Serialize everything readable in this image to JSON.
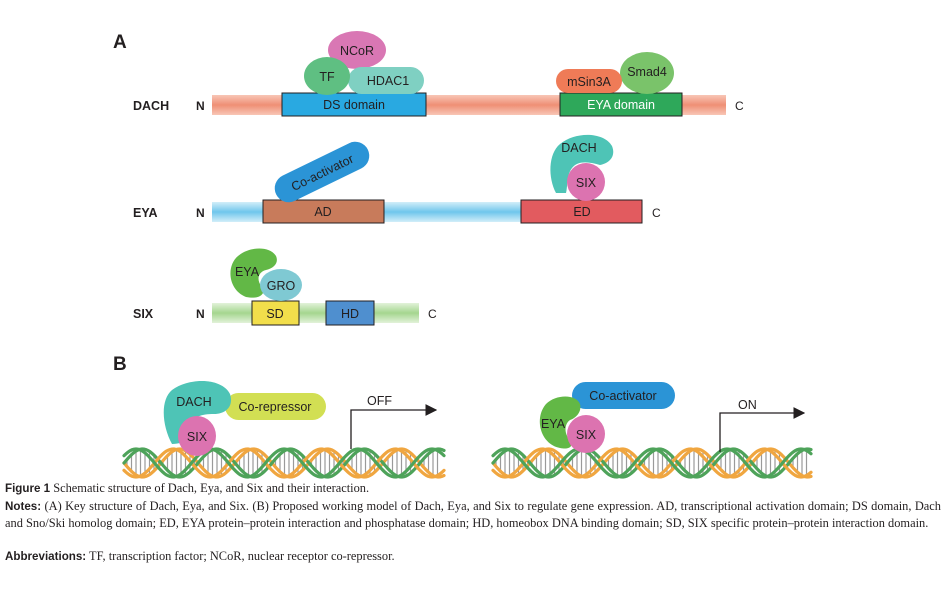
{
  "panel_a": {
    "label": "A",
    "dach": {
      "name": "DACH",
      "n": "N",
      "c": "C",
      "ds_domain": "DS domain",
      "eya_domain": "EYA domain",
      "tf": "TF",
      "ncor": "NCoR",
      "hdac1": "HDAC1",
      "msin3a": "mSin3A",
      "smad4": "Smad4"
    },
    "eya": {
      "name": "EYA",
      "n": "N",
      "c": "C",
      "ad": "AD",
      "ed": "ED",
      "coactivator": "Co-activator",
      "dach": "DACH",
      "six": "SIX"
    },
    "six": {
      "name": "SIX",
      "n": "N",
      "c": "C",
      "sd": "SD",
      "hd": "HD",
      "eya": "EYA",
      "gro": "GRO"
    }
  },
  "panel_b": {
    "label": "B",
    "left": {
      "dach": "DACH",
      "six": "SIX",
      "corepressor": "Co-repressor",
      "state": "OFF"
    },
    "right": {
      "eya": "EYA",
      "six": "SIX",
      "coactivator": "Co-activator",
      "state": "ON"
    }
  },
  "caption": {
    "figure_label": "Figure 1",
    "title": "Schematic structure of Dach, Eya, and Six and their interaction.",
    "notes_label": "Notes:",
    "notes_text": "(A) Key structure of Dach, Eya, and Six. (B) Proposed working model of Dach, Eya, and Six to regulate gene expression. AD, transcriptional activation domain; DS domain, Dach and Sno/Ski homolog domain; ED, EYA protein–protein interaction and phosphatase domain; HD, homeobox DNA binding domain; SD, SIX specific protein–protein interaction domain.",
    "abbr_label": "Abbreviations:",
    "abbr_text": "TF, transcription factor; NCoR, nuclear receptor co-repressor."
  },
  "colors": {
    "dach_bar": "#f4a38c",
    "eya_bar": "#8fd3ef",
    "six_bar": "#bfe3b0",
    "ds_domain": "#29a9e1",
    "eya_domain": "#2ea85a",
    "ad": "#c87b5b",
    "ed": "#e25b5f",
    "sd": "#f2de4b",
    "hd": "#4f8fcf",
    "tf": "#5fbf82",
    "ncor": "#d977b4",
    "hdac1": "#7fd0c2",
    "msin3a": "#ef7b57",
    "smad4": "#7ac36a",
    "coactivator": "#2b94d6",
    "dach_protein": "#4ec4b6",
    "six_protein": "#dc73b0",
    "eya_protein": "#62b846",
    "gro": "#7fc9d3",
    "corepressor": "#d2df53",
    "dna_orange": "#f0a640",
    "dna_green": "#4ea35a"
  }
}
